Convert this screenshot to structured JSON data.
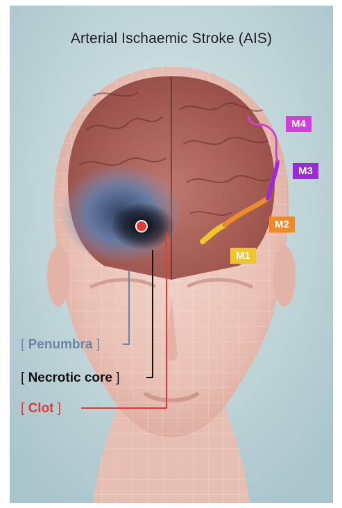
{
  "title": "Arterial Ischaemic Stroke (AIS)",
  "segments": [
    {
      "id": "M4",
      "color": "#d13fd6"
    },
    {
      "id": "M3",
      "color": "#9b2bd6"
    },
    {
      "id": "M2",
      "color": "#ec8a2c"
    },
    {
      "id": "M1",
      "color": "#f0c62f"
    }
  ],
  "labels": {
    "penumbra": {
      "text": "Penumbra",
      "color": "#6e86a6"
    },
    "necrotic_core": {
      "text": "Necrotic core",
      "color": "#111111"
    },
    "clot": {
      "text": "Clot",
      "color": "#e23a35"
    }
  },
  "colors": {
    "background": "#b7cfd4",
    "skin": "#ecc7bd",
    "brain": "#9a4a44",
    "penumbra": "#5e7fae",
    "clot": "#e23a35"
  }
}
